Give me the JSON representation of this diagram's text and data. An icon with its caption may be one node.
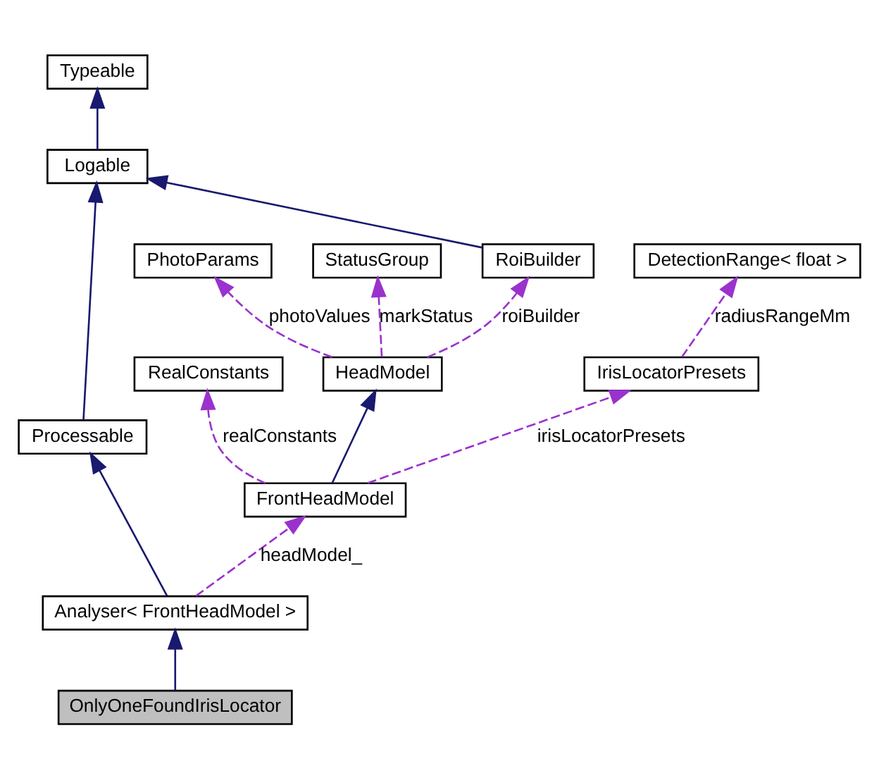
{
  "diagram": {
    "nodes": [
      {
        "text": [
          "Typeable"
        ]
      },
      {
        "text": [
          "Logable"
        ]
      },
      {
        "text": [
          "PhotoParams"
        ]
      },
      {
        "text": [
          "StatusGroup"
        ]
      },
      {
        "text": [
          "RoiBuilder"
        ]
      },
      {
        "text": [
          "DetectionRange< float >"
        ]
      },
      {
        "text": [
          "Processable"
        ]
      },
      {
        "text": [
          "RealConstants"
        ]
      },
      {
        "text": [
          "HeadModel"
        ]
      },
      {
        "text": [
          "IrisLocatorPresets"
        ]
      },
      {
        "text": [
          "FrontHeadModel"
        ]
      },
      {
        "text": [
          "Analyser< FrontHeadModel >"
        ]
      },
      {
        "text": [
          "OnlyOneFoundIrisLocator"
        ]
      }
    ],
    "edges": [
      {
        "from": 1,
        "to": 0,
        "arrow": "to",
        "color": "#191970"
      },
      {
        "from": 4,
        "to": 1,
        "arrow": "to",
        "color": "#191970"
      },
      {
        "from": 6,
        "to": 1,
        "arrow": "to",
        "color": "#191970"
      },
      {
        "from": 8,
        "to": 2,
        "arrow": "to",
        "label": "photoValues",
        "style": "dashed",
        "color": "#9a32cd"
      },
      {
        "from": 8,
        "to": 3,
        "arrow": "to",
        "label": "markStatus",
        "style": "dashed",
        "color": "#9a32cd"
      },
      {
        "from": 8,
        "to": 4,
        "arrow": "to",
        "label": "roiBuilder",
        "style": "dashed",
        "color": "#9a32cd"
      },
      {
        "from": 9,
        "to": 5,
        "arrow": "to",
        "label": "radiusRangeMm",
        "style": "dashed",
        "color": "#9a32cd"
      },
      {
        "from": 10,
        "to": 7,
        "arrow": "to",
        "label": "realConstants",
        "style": "dashed",
        "color": "#9a32cd"
      },
      {
        "from": 10,
        "to": 8,
        "arrow": "to",
        "color": "#191970"
      },
      {
        "from": 10,
        "to": 9,
        "arrow": "to",
        "label": "irisLocatorPresets",
        "style": "dashed",
        "color": "#9a32cd"
      },
      {
        "from": 11,
        "to": 10,
        "arrow": "to",
        "label": "headModel_",
        "style": "dashed",
        "color": "#9a32cd"
      },
      {
        "from": 11,
        "to": 6,
        "arrow": "to",
        "color": "#191970"
      },
      {
        "from": 12,
        "to": 11,
        "arrow": "to",
        "color": "#191970"
      }
    ]
  }
}
